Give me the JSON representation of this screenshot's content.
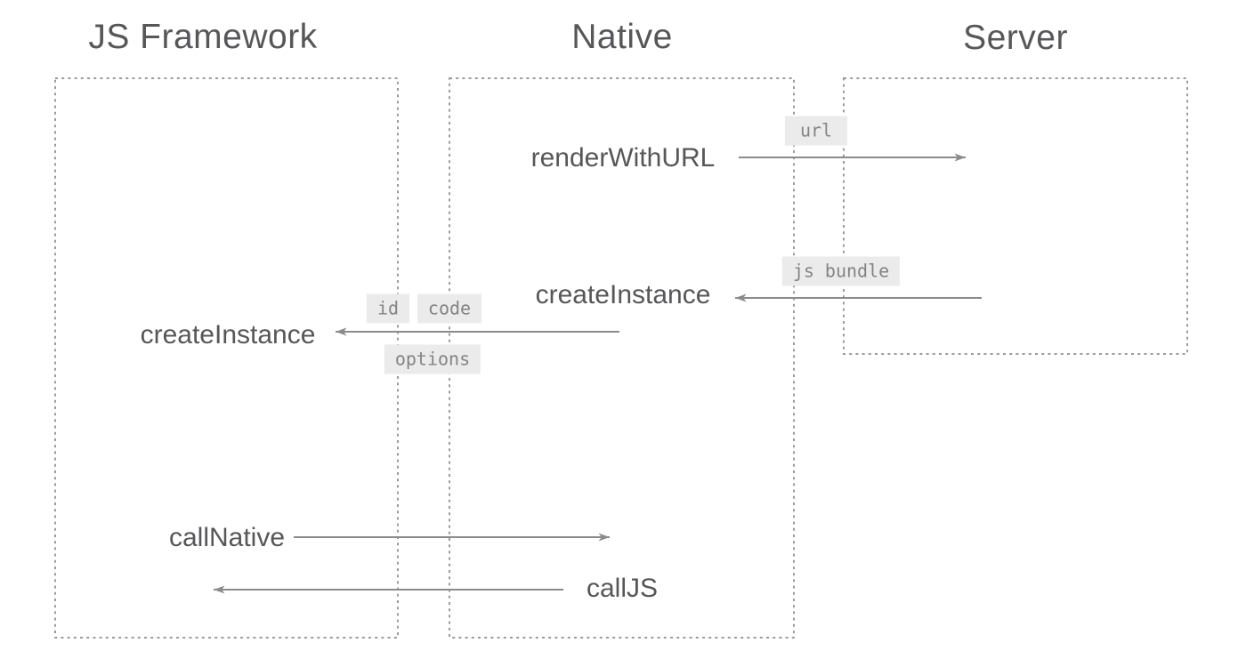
{
  "columns": [
    {
      "title": "JS Framework"
    },
    {
      "title": "Native"
    },
    {
      "title": "Server"
    }
  ],
  "messages": [
    {
      "label": "renderWithURL",
      "from": "Native",
      "to": "Server",
      "direction": "right",
      "params": [
        "url"
      ]
    },
    {
      "label": "createInstance",
      "from": "Server",
      "to": "Native",
      "direction": "left",
      "params": [
        "js bundle"
      ]
    },
    {
      "label": "createInstance",
      "from": "Native",
      "to": "JS Framework",
      "direction": "left",
      "params": [
        "id",
        "code",
        "options"
      ]
    },
    {
      "label": "callNative",
      "from": "JS Framework",
      "to": "Native",
      "direction": "right",
      "params": []
    },
    {
      "label": "callJS",
      "from": "Native",
      "to": "JS Framework",
      "direction": "left",
      "params": []
    }
  ],
  "colors": {
    "title_text": "#57575a",
    "method_text": "#57575a",
    "arrow": "#8b8b8b",
    "box_border": "#9b9b9b",
    "tag_background": "#ebebeb",
    "tag_text": "#848484",
    "background": "#ffffff"
  }
}
